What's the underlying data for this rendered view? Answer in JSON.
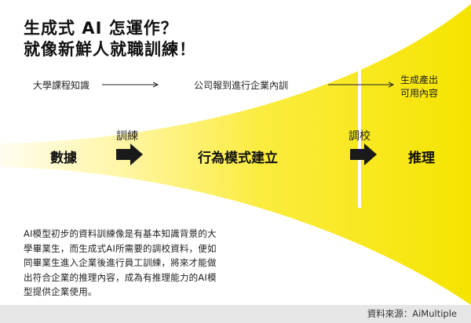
{
  "title": {
    "line1": "生成式 AI 怎運作？",
    "line2": "就像新鮮人就職訓練！"
  },
  "timeline": {
    "left": "大學課程知識",
    "middle": "公司報到進行企業內訓",
    "right_line1": "生成產出",
    "right_line2": "可用內容"
  },
  "stages": {
    "data": "數據",
    "pattern": "行為模式建立",
    "inference": "推理"
  },
  "steps": {
    "train": "訓練",
    "tune": "調校"
  },
  "caption": "AI模型初步的資料訓練像是有基本知識背景的大學畢業生，而生成式AI所需要的調校資料，便如同畢業生進入企業後進行員工訓練，將來才能做出符合企業的推理內容，成為有推理能力的AI模型提供企業使用。",
  "source": "資料來源：AiMultiple",
  "colors": {
    "yellow": "#f5e600",
    "yellow_pale": "#fffbe0",
    "arrow": "#1a1a1a",
    "footer_bg": "#e6e6e6"
  }
}
